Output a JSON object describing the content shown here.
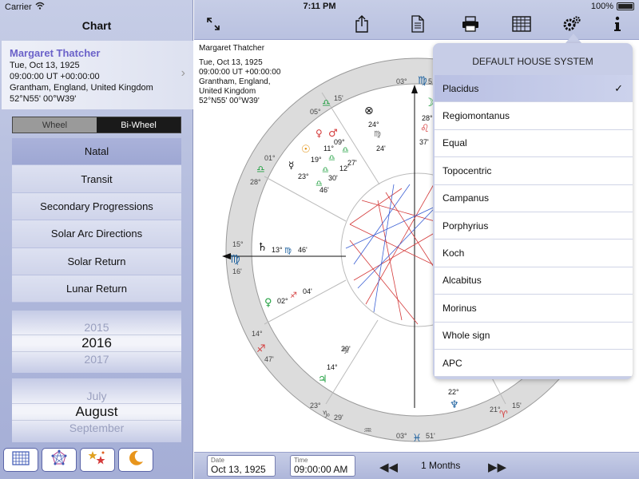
{
  "status": {
    "carrier": "Carrier",
    "time": "7:11 PM",
    "battery": "100%"
  },
  "sidebar": {
    "title": "Chart",
    "person": {
      "name": "Margaret Thatcher",
      "date": "Tue, Oct 13, 1925",
      "time": "09:00:00 UT +00:00:00",
      "place": "Grantham, England, United Kingdom",
      "coords": "52°N55' 00°W39'"
    },
    "segments": [
      {
        "label": "Wheel"
      },
      {
        "label": "Bi-Wheel"
      }
    ],
    "menu": [
      {
        "label": "Natal"
      },
      {
        "label": "Transit"
      },
      {
        "label": "Secondary Progressions"
      },
      {
        "label": "Solar Arc Directions"
      },
      {
        "label": "Solar Return"
      },
      {
        "label": "Lunar Return"
      }
    ],
    "year_picker": {
      "prev": "2015",
      "current": "2016",
      "next": "2017"
    },
    "month_picker": {
      "prev": "July",
      "current": "August",
      "next": "September"
    }
  },
  "chart_info": {
    "name": "Margaret Thatcher",
    "date": "Tue, Oct 13, 1925",
    "time": "09:00:00 UT +00:00:00",
    "place1": "Grantham, England,",
    "place2": "United Kingdom",
    "coords": "52°N55' 00°W39'"
  },
  "wheel": {
    "top_deg": "03°",
    "top_min": "51'",
    "bottom_deg": "03°",
    "bottom_min": "51'",
    "left_deg": "15°",
    "left_min": "16'",
    "cusp_05": "05°",
    "cusp_15": "15'",
    "cusp_01": "01°",
    "cusp_28": "28°",
    "cusp_14": "14°",
    "cusp_47": "47'",
    "cusp_23": "23°",
    "cusp_29": "29'",
    "cusp_21": "21°",
    "cusp_15b": "15'",
    "sun_deg": "19°",
    "mercury_deg": "23°",
    "mercury_min": "46'",
    "venus_deg": "02°",
    "venus_min": "04'",
    "mars_deg": "09°",
    "mars_min": "27'",
    "node_deg": "24°",
    "node_min": "24'",
    "pluto_deg": "11°",
    "pluto_min": "12'",
    "pt_30": "30'",
    "saturn_deg": "13°",
    "saturn_min": "46'",
    "neptune_deg": "28°",
    "jupiter_deg": "37'",
    "jup2_deg": "14°",
    "jup2_min": "29'",
    "uranus_deg": "22°"
  },
  "bottombar": {
    "date_label": "Date",
    "date_value": "Oct 13, 1925",
    "time_label": "Time",
    "time_value": "09:00:00 AM",
    "interval": "1 Months"
  },
  "dropdown": {
    "title": "DEFAULT HOUSE SYSTEM",
    "items": [
      {
        "label": "Placidus"
      },
      {
        "label": "Regiomontanus"
      },
      {
        "label": "Equal"
      },
      {
        "label": "Topocentric"
      },
      {
        "label": "Campanus"
      },
      {
        "label": "Porphyrius"
      },
      {
        "label": "Koch"
      },
      {
        "label": "Alcabitus"
      },
      {
        "label": "Morinus"
      },
      {
        "label": "Whole sign"
      },
      {
        "label": "APC"
      }
    ],
    "selected": "Placidus"
  },
  "colors": {
    "accent": "#6b62c9",
    "sidebar_bg": "#b4bcdf",
    "aspect_red": "#d43a3a",
    "aspect_blue": "#3a5fd4"
  }
}
